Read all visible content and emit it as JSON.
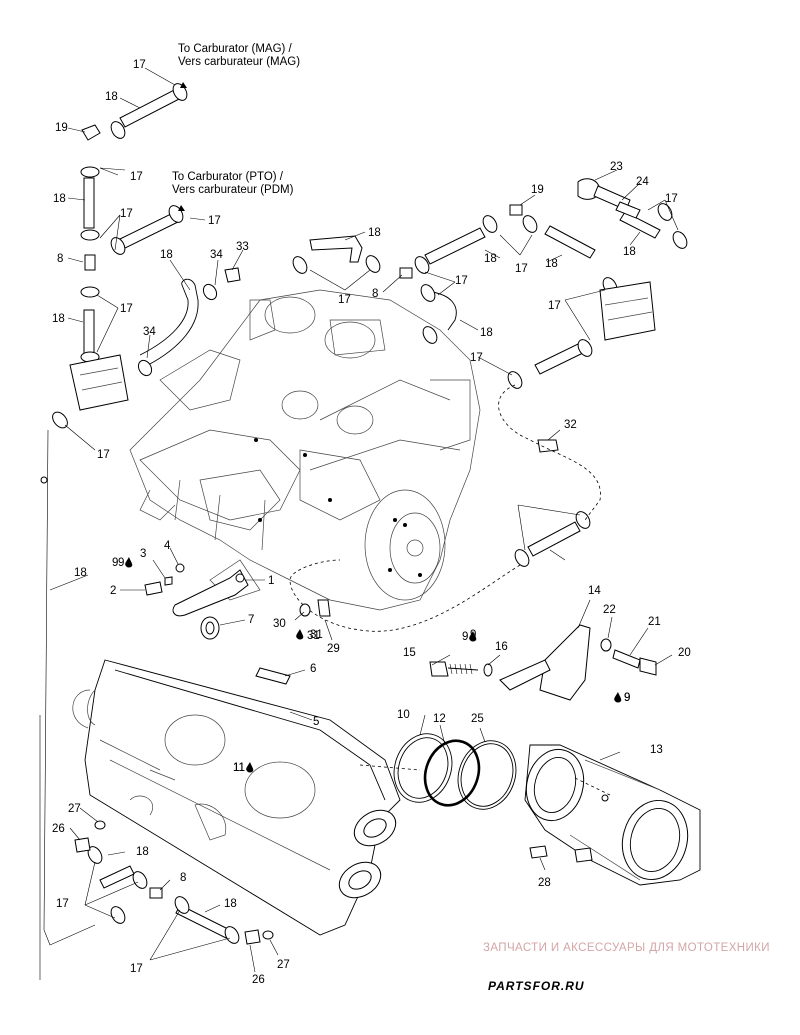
{
  "diagram": {
    "notes": {
      "carb_mag_line1": "To Carburator (MAG) /",
      "carb_mag_line2": "Vers carburateur (MAG)",
      "carb_pto_line1": "To Carburator (PTO) /",
      "carb_pto_line2": "Vers carburateur (PDM)"
    },
    "callouts": [
      "17",
      "18",
      "19",
      "17",
      "18",
      "17",
      "17",
      "8",
      "17",
      "18",
      "34",
      "33",
      "18",
      "34",
      "17",
      "18",
      "23",
      "24",
      "19",
      "17",
      "18",
      "17",
      "18",
      "17",
      "8",
      "17",
      "18",
      "17",
      "32",
      "17",
      "18",
      "9",
      "4",
      "3",
      "2",
      "1",
      "7",
      "30",
      "31",
      "29",
      "6",
      "5",
      "14",
      "22",
      "21",
      "20",
      "9",
      "15",
      "16",
      "9",
      "10",
      "12",
      "25",
      "13",
      "11",
      "27",
      "26",
      "18",
      "8",
      "17",
      "18",
      "17",
      "27",
      "26",
      "28",
      "18"
    ],
    "drop_marks": [
      "9",
      "31",
      "9",
      "9",
      "11"
    ]
  },
  "watermark": {
    "caption": "ЗАПЧАСТИ И АКСЕССУАРЫ ДЛЯ МОТОТЕХНИКИ",
    "logo": "PARTSFOR.RU",
    "color": "#d4a5a5"
  }
}
